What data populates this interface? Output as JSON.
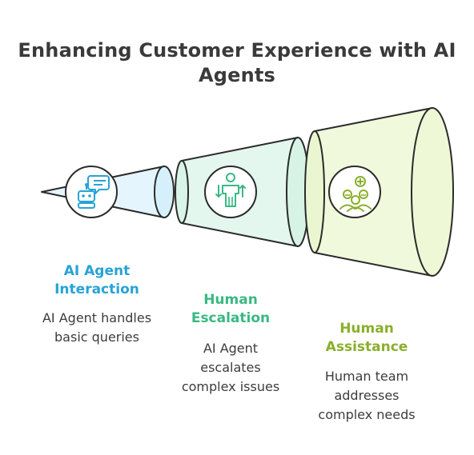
{
  "title": "Enhancing Customer Experience with AI Agents",
  "colors": {
    "stage1": "#27a3d6",
    "stage2": "#39b982",
    "stage3": "#8aaf2c",
    "outline": "#2b2b2b"
  },
  "stages": [
    {
      "label": "AI Agent Interaction",
      "description": "AI Agent handles basic queries",
      "icon": "robot-chat-icon"
    },
    {
      "label": "Human Escalation",
      "description": "AI Agent escalates complex issues",
      "icon": "escalation-figure-icon"
    },
    {
      "label": "Human Assistance",
      "description": "Human team addresses complex needs",
      "icon": "team-add-icon"
    }
  ]
}
